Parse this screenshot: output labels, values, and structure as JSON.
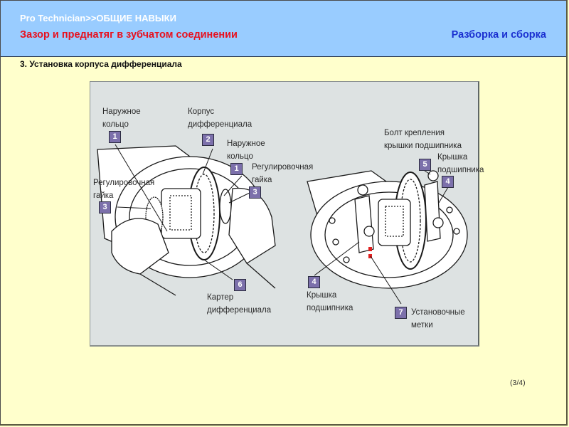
{
  "header": {
    "breadcrumb": "Pro Technician>>ОБЩИЕ НАВЫКИ",
    "topic_title": "Зазор и преднатяг в зубчатом соединении",
    "section_title": "Разборка и сборка"
  },
  "step": {
    "title": "3. Установка корпуса дифференциала"
  },
  "figure": {
    "left_view": {
      "labels": [
        {
          "text": "Наружное\nкольцо",
          "badge": "1"
        },
        {
          "text": "Корпус\nдифференциала",
          "badge": "2"
        },
        {
          "text": "Наружное\nкольцо",
          "badge": "1"
        },
        {
          "text": "Регулировочная\nгайка",
          "badge": "3"
        },
        {
          "text": "Регулировочная\nгайка",
          "badge": "3"
        },
        {
          "text": "Картер\nдифференциала",
          "badge": "6"
        }
      ]
    },
    "right_view": {
      "labels": [
        {
          "text": "Болт крепления\nкрышки подшипника",
          "badge": "5"
        },
        {
          "text": "Крышка\nподшипника",
          "badge": "4"
        },
        {
          "text": "Крышка\nподшипника",
          "badge": "4"
        },
        {
          "text": "Установочные\nметки",
          "badge": "7"
        }
      ]
    }
  },
  "footer": {
    "page_counter": "(3/4)"
  },
  "colors": {
    "header_bg": "#99ccff",
    "page_bg": "#ffffcc",
    "topic_title": "#e8101e",
    "section_title": "#1a2fd0",
    "badge": "#7c70ab",
    "alignment_mark": "#e02020"
  }
}
